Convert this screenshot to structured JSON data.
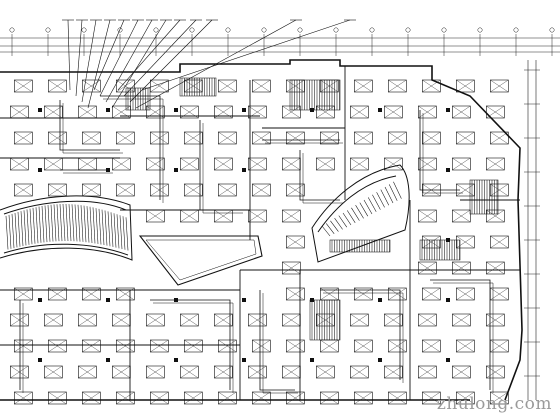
{
  "drawing": {
    "type": "floor plan",
    "style": "black linework on white",
    "colors": {
      "line": "#111111",
      "background": "#ffffff",
      "watermark": "#9a9a9a"
    }
  },
  "watermark": {
    "text": "zhulong.com"
  }
}
